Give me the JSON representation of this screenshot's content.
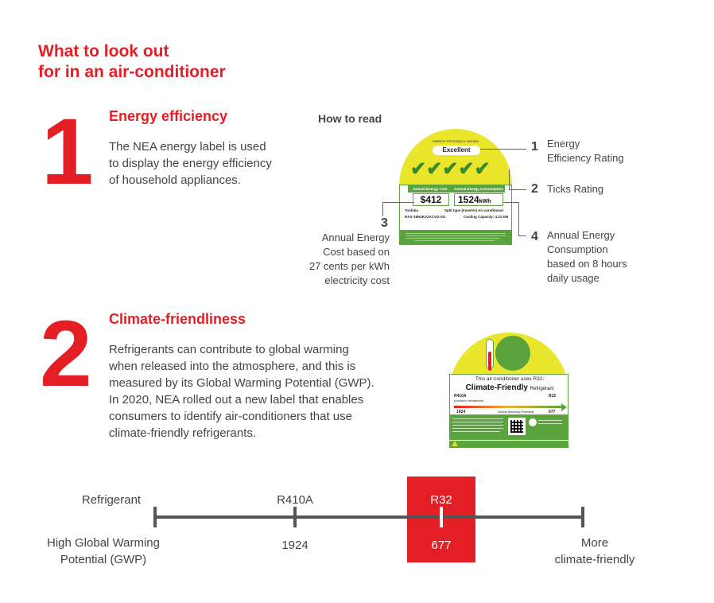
{
  "title": {
    "line1": "What to look out",
    "line2": "for in an air-conditioner"
  },
  "section1": {
    "number": "1",
    "heading": "Energy efficiency",
    "body": [
      "The NEA energy label is used",
      "to display the energy efficiency",
      "of household appliances."
    ]
  },
  "how_to_read": "How to read",
  "energy_label": {
    "top": "ENERGY EFFICIENCY RATING",
    "rating": "Excellent",
    "ticks": "✔✔✔✔✔",
    "cost_header": "Annual Energy Cost",
    "consumption_header": "Annual Energy Consumption",
    "cost": "$412",
    "consumption": "1524",
    "unit": "kWh",
    "brand": "Toshiba",
    "type": "Split type (Inverter) Air-conditioner",
    "model": "RAS-18N4KV2ACVG-SG",
    "capacity": "Cooling Capacity: 4.31 kW"
  },
  "callouts": [
    {
      "num": "1",
      "lines": [
        "Energy",
        "Efficiency Rating"
      ]
    },
    {
      "num": "2",
      "lines": [
        "Ticks Rating"
      ]
    },
    {
      "num": "3",
      "lines": [
        "Annual Energy",
        "Cost based on",
        "27 cents per kWh",
        "electricity cost"
      ]
    },
    {
      "num": "4",
      "lines": [
        "Annual Energy",
        "Consumption",
        "based on 8 hours",
        "daily usage"
      ]
    }
  ],
  "section2": {
    "number": "2",
    "heading": "Climate-friendliness",
    "body": [
      "Refrigerants can contribute to global warming",
      "when released into the atmosphere, and this is",
      "measured by its Global Warming Potential (GWP).",
      "In 2020, NEA rolled out a new label that enables",
      "consumers to identify air-conditioners that use",
      "climate-friendly refrigerants."
    ]
  },
  "climate_label": {
    "line1": "This air-conditioner uses R32:",
    "line2": "Climate-Friendly",
    "line2b": "Refrigerant",
    "left_ref": "R410A",
    "left_sub": "(common refrigerant)",
    "right_ref": "R32",
    "gwp_caption": "Global Warming Potential",
    "left_val": "1924",
    "right_val": "677"
  },
  "scale": {
    "row1_label": "Refrigerant",
    "row2_label": [
      "High Global Warming",
      "Potential (GWP)"
    ],
    "end_label": [
      "More",
      "climate-friendly"
    ],
    "points": [
      {
        "name": "R410A",
        "gwp": "1924"
      },
      {
        "name": "R32",
        "gwp": "677"
      }
    ]
  },
  "colors": {
    "accent_red": "#e31e24",
    "label_yellow": "#e9e62c",
    "label_green": "#5aa33d",
    "line_gray": "#555555"
  }
}
